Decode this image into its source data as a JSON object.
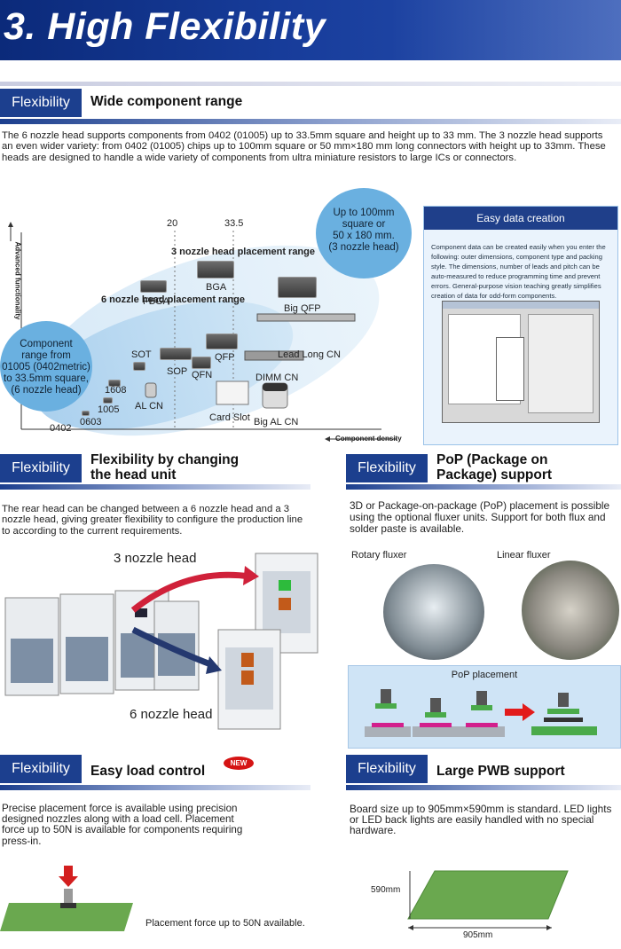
{
  "header": {
    "title": "3. High Flexibility"
  },
  "tag_label": "Flexibility",
  "sections": {
    "range": {
      "title": "Wide component range",
      "text": "The 6 nozzle head supports components from  0402 (01005) up to 33.5mm square and height up to 33 mm. The 3 nozzle head supports an even wider variety: from 0402 (01005) chips up to 100mm square or 50 mm×180 mm long connectors with height up to 33mm. These heads are designed to handle a wide variety of components from ultra miniature resistors to large ICs or connectors."
    },
    "head_unit": {
      "title_line1": "Flexibility by changing",
      "title_line2": "the head unit",
      "text": "The rear head can be changed between a 6 nozzle head and a 3 nozzle head, giving greater flexibility to configure the production line to according to the current requirements.",
      "label_3": "3 nozzle head",
      "label_6": "6 nozzle head"
    },
    "pop": {
      "title_line1": "PoP (Package on",
      "title_line2": "Package) support",
      "text": "3D or Package-on-package (PoP) placement is possible using the optional fluxer units. Support for both flux and solder paste is available.",
      "rotary": "Rotary fluxer",
      "linear": "Linear fluxer",
      "placement": "PoP placement"
    },
    "load": {
      "title": "Easy load control",
      "badge": "NEW",
      "text": "Precise placement force is available using precision designed nozzles along with a load cell.  Placement force up to 50N is available for components requiring press-in.",
      "caption": "Placement force up to 50N available."
    },
    "pwb": {
      "title": "Large PWB support",
      "text": "Board size up to 905mm×590mm is standard.  LED lights or LED back lights are easily handled with no special hardware.",
      "dim_h": "590mm",
      "dim_w": "905mm"
    }
  },
  "diagram": {
    "y_axis": "Advanced functionality",
    "x_axis": "Component density",
    "tick_20": "20",
    "tick_335": "33.5",
    "three_range": "3 nozzle head placement range",
    "six_range": "6 nozzle head placement range",
    "bubble_right": [
      "Up to 100mm",
      "square or",
      "50 x 180 mm.",
      "(3 nozzle head)"
    ],
    "bubble_left": [
      "Component",
      "range from",
      "01005 (0402metric)",
      "to 33.5mm square,",
      "(6 nozzle head)"
    ],
    "labels": {
      "fbga": "FBGA",
      "bga": "BGA",
      "bigqfp": "Big QFP",
      "sot": "SOT",
      "sop": "SOP",
      "qfn": "QFN",
      "qfp": "QFP",
      "leadlong": "Lead Long CN",
      "dimm": "DIMM CN",
      "c1608": "1608",
      "c1005": "1005",
      "alcn": "AL CN",
      "cardslot": "Card Slot",
      "bigal": "Big AL CN",
      "c0402": "0402",
      "c0603": "0603"
    }
  },
  "easy_data": {
    "title": "Easy data creation",
    "text": "Component data can be created easily when you enter the following:  outer dimensions, component type and packing style.  The dimensions, number of leads and pitch can be auto-measured to reduce programming time and prevent errors.  General-purpose vision teaching greatly simplifies creation of data for odd-form components."
  },
  "colors": {
    "brand": "#1c3f8e",
    "bubble": "#6ab0e0",
    "board": "#6aa84f"
  }
}
